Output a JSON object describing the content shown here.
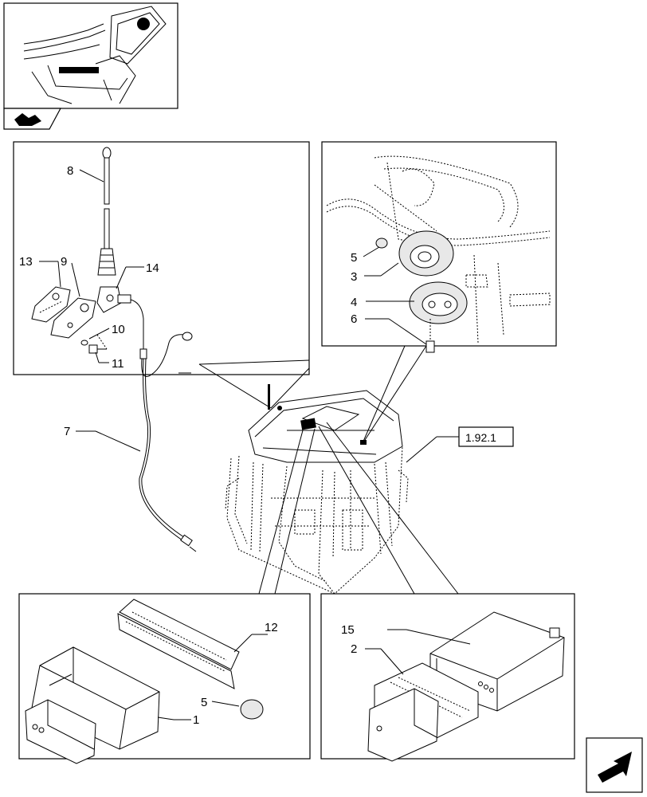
{
  "callouts": {
    "c8": "8",
    "c13": "13",
    "c9": "9",
    "c14": "14",
    "c10": "10",
    "c11": "11",
    "c7": "7",
    "c5a": "5",
    "c3": "3",
    "c4": "4",
    "c6": "6",
    "c12": "12",
    "c5b": "5",
    "c1": "1",
    "c15": "15",
    "c2": "2"
  },
  "reference_box": "1.92.1",
  "icons": {
    "top_nav": "nav-back-icon",
    "bottom_nav": "nav-next-icon"
  }
}
